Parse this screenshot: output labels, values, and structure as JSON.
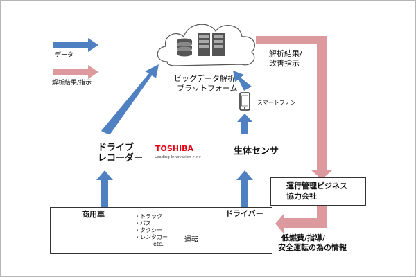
{
  "legend": {
    "data": "データ",
    "result": "解析結果/指示"
  },
  "platform": {
    "line1": "ビッグデータ解析",
    "line2": "プラットフォーム"
  },
  "analysis_result": {
    "line1": "解析結果/",
    "line2": "改善指示"
  },
  "smartphone": "スマートフォン",
  "drive_recorder": {
    "line1": "ドライブ",
    "line2": "レコーダー"
  },
  "toshiba": {
    "name": "TOSHIBA",
    "tagline": "Leading Innovation >>>"
  },
  "biosensor": "生体センサ",
  "partner": {
    "line1": "運行管理ビジネス",
    "line2": "協力会社"
  },
  "commercial_vehicle": {
    "title": "商用車",
    "types": [
      "・トラック",
      "・バス",
      "・タクシー",
      "・レンタカー"
    ],
    "etc": "etc."
  },
  "driver": {
    "title": "ドライバー"
  },
  "driving": "運転",
  "info": {
    "line1": "低燃費/指導/",
    "line2": "安全運転の為の情報"
  },
  "colors": {
    "data_arrow": "#4f81c2",
    "result_arrow": "#dc9a9f",
    "toshiba_red": "#e60012"
  }
}
